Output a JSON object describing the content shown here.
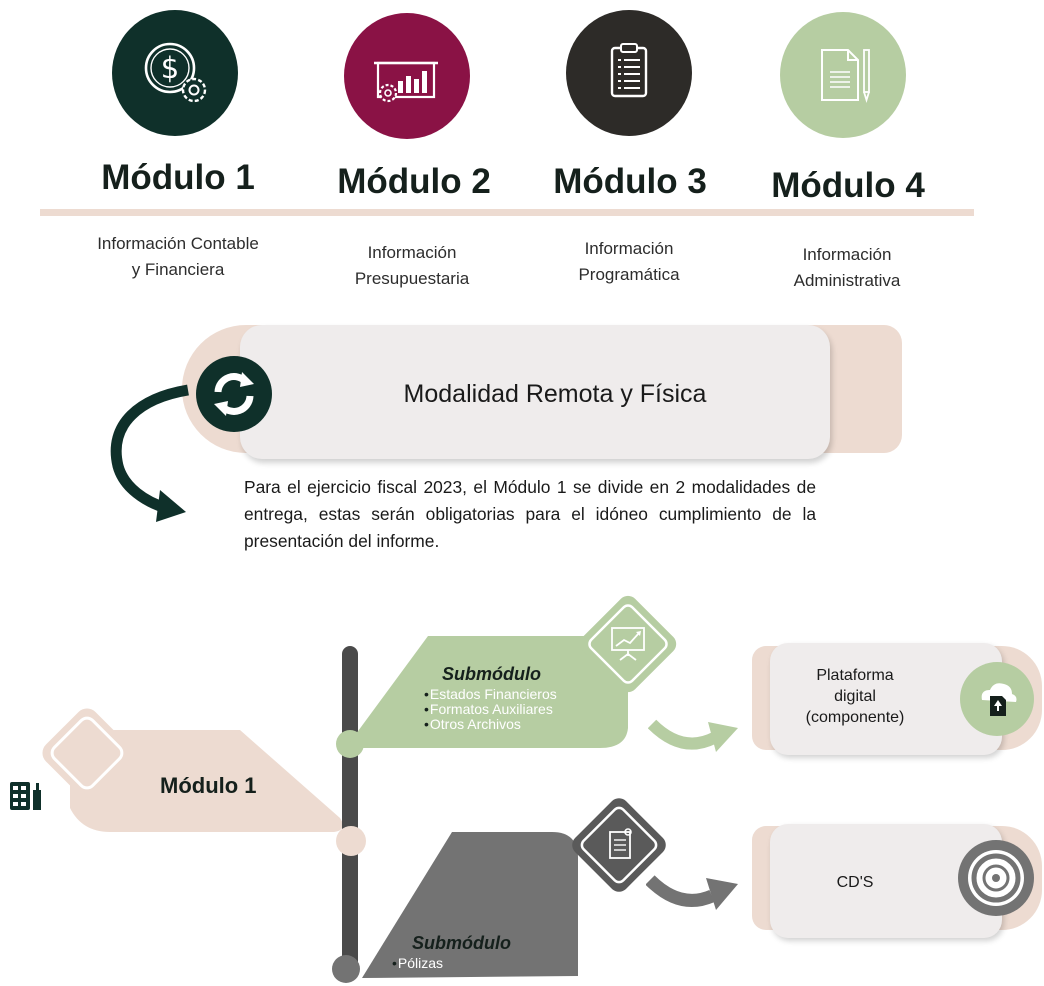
{
  "modules": [
    {
      "title": "Módulo 1",
      "desc_line1": "Información Contable",
      "desc_line2": "y Financiera",
      "color": "#0f302a",
      "icon": "dollar-gear-icon"
    },
    {
      "title": "Módulo 2",
      "desc_line1": "Información",
      "desc_line2": "Presupuestaria",
      "color": "#8a1245",
      "icon": "presentation-chart-icon"
    },
    {
      "title": "Módulo 3",
      "desc_line1": "Información",
      "desc_line2": "Programática",
      "color": "#2d2b28",
      "icon": "clipboard-icon"
    },
    {
      "title": "Módulo 4",
      "desc_line1": "Información",
      "desc_line2": "Administrativa",
      "color": "#b6cda2",
      "icon": "document-pen-icon"
    }
  ],
  "modalidad": {
    "title": "Modalidad Remota y Física",
    "icon": "sync-arrows-icon",
    "paragraph": "Para el ejercicio fiscal 2023, el Módulo 1 se divide en 2 modalidades de entrega, estas serán obligatorias para el idóneo cumplimiento de la presentación del informe."
  },
  "diagram": {
    "module_label": "Módulo 1",
    "submodule_a": {
      "title": "Submódulo",
      "items": [
        "Estados Financieros",
        "Formatos Auxiliares",
        "Otros Archivos"
      ],
      "output": "Plataforma digital (componente)",
      "output_line1": "Plataforma",
      "output_line2": "digital",
      "output_line3": "(componente)",
      "icon": "cloud-upload-icon",
      "color": "#b6cda2"
    },
    "submodule_b": {
      "title": "Submódulo",
      "items": [
        "Pólizas"
      ],
      "output": "CD'S",
      "icon": "cd-disc-icon",
      "color": "#737373"
    }
  },
  "colors": {
    "dark_green": "#0f302a",
    "beige": "#eddbd1",
    "light_green": "#b6cda2",
    "gray": "#737373",
    "dark_gray": "#4a4a4a"
  }
}
